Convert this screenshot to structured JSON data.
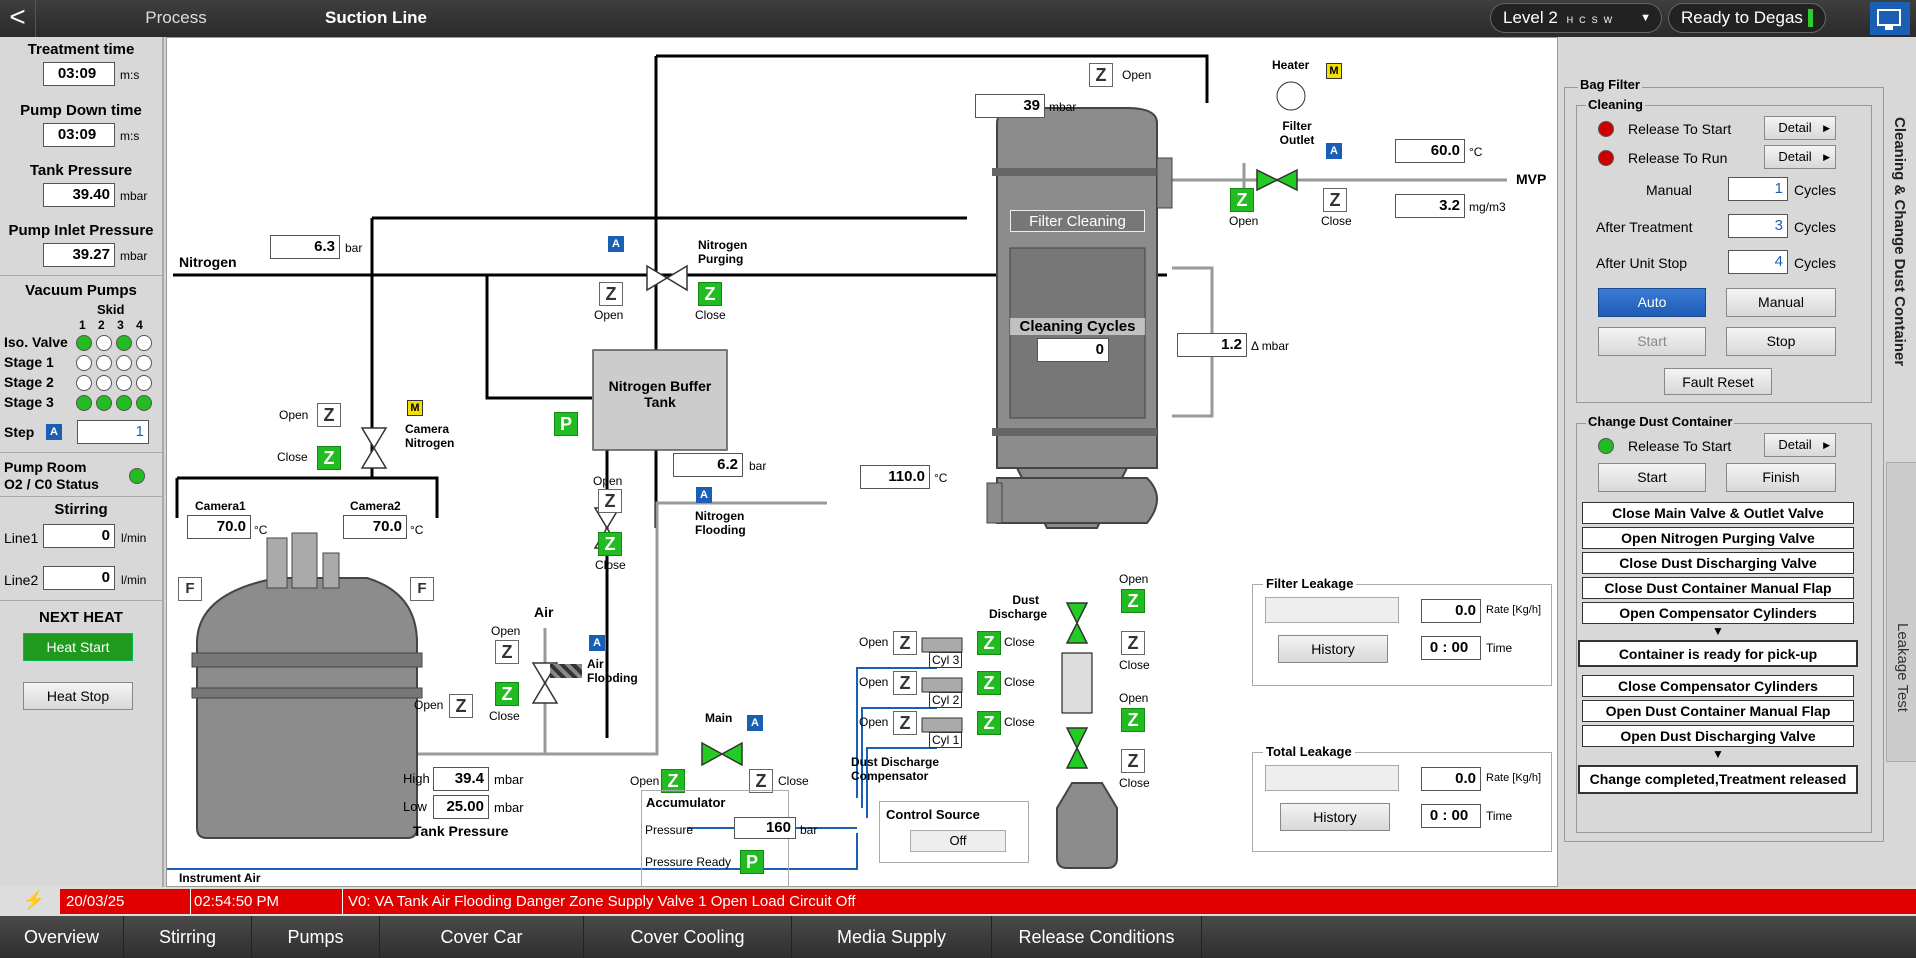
{
  "header": {
    "back": "<",
    "breadcrumb": [
      "Process",
      "Suction Line"
    ],
    "level": "Level 2",
    "level_codes": [
      "H",
      "C",
      "S",
      "W"
    ],
    "status": "Ready to Degas"
  },
  "left": {
    "treatment_time": {
      "label": "Treatment time",
      "value": "03:09",
      "unit": "m:s"
    },
    "pump_down_time": {
      "label": "Pump Down time",
      "value": "03:09",
      "unit": "m:s"
    },
    "tank_pressure": {
      "label": "Tank Pressure",
      "value": "39.40",
      "unit": "mbar"
    },
    "pump_inlet_pressure": {
      "label": "Pump Inlet Pressure",
      "value": "39.27",
      "unit": "mbar"
    },
    "vacuum_pumps": {
      "label": "Vacuum Pumps",
      "skid": "Skid",
      "cols": [
        "1",
        "2",
        "3",
        "4"
      ],
      "rows": [
        {
          "label": "Iso. Valve",
          "states": [
            1,
            0,
            1,
            0
          ]
        },
        {
          "label": "Stage 1",
          "states": [
            0,
            0,
            0,
            0
          ]
        },
        {
          "label": "Stage 2",
          "states": [
            0,
            0,
            0,
            0
          ]
        },
        {
          "label": "Stage 3",
          "states": [
            1,
            1,
            1,
            1
          ]
        }
      ],
      "step_label": "Step",
      "step_mode": "A",
      "step_value": "1"
    },
    "pump_room": {
      "line1": "Pump Room",
      "line2": "O2 / C0 Status"
    },
    "stirring": {
      "label": "Stirring",
      "line1": "Line1",
      "line1_value": "0",
      "line2": "Line2",
      "line2_value": "0",
      "unit": "l/min"
    },
    "next_heat": {
      "label": "NEXT HEAT",
      "start": "Heat Start",
      "stop": "Heat Stop"
    }
  },
  "process": {
    "nitrogen": "Nitrogen",
    "nitrogen_pressure": "6.3",
    "bar": "bar",
    "nitrogen_purging": "Nitrogen Purging",
    "open": "Open",
    "close": "Close",
    "Z": "Z",
    "A": "A",
    "M": "M",
    "P": "P",
    "F": "F",
    "camera_nitrogen": "Camera Nitrogen",
    "nitrogen_buffer_tank": "Nitrogen Buffer Tank",
    "buffer_pressure": "6.2",
    "nitrogen_flooding": "Nitrogen Flooding",
    "camera1": "Camera1",
    "camera1_temp": "70.0",
    "camera2": "Camera2",
    "camera2_temp": "70.0",
    "degc": "°C",
    "air": "Air",
    "air_flooding": "Air Flooding",
    "high": "High",
    "high_value": "39.4",
    "low": "Low",
    "low_value": "25.00",
    "mbar": "mbar",
    "tank_pressure": "Tank Pressure",
    "main": "Main",
    "accumulator": "Accumulator",
    "acc_pressure_label": "Pressure",
    "acc_pressure": "160",
    "pressure_ready": "Pressure Ready",
    "dust_discharge_comp": "Dust Discharge Compensator",
    "control_source": "Control Source",
    "control_source_value": "Off",
    "instrument_air": "Instrument Air",
    "filter_pressure": "39",
    "filter_cleaning": "Filter Cleaning",
    "cleaning_cycles": "Cleaning Cycles",
    "cleaning_cycles_value": "0",
    "delta_p": "1.2",
    "delta_mbar": "Δ mbar",
    "inlet_temp": "110.0",
    "heater": "Heater",
    "filter_outlet": "Filter Outlet",
    "outlet_temp": "60.0",
    "outlet_dust": "3.2",
    "mgm3": "mg/m3",
    "mvp": "MVP",
    "dust_discharge": "Dust Discharge",
    "cyl3": "Cyl 3",
    "cyl2": "Cyl 2",
    "cyl1": "Cyl 1",
    "filter_leakage": {
      "title": "Filter Leakage",
      "rate": "0.0",
      "rate_unit": "Rate [Kg/h]",
      "time": "0 : 00",
      "time_unit": "Time",
      "history": "History"
    },
    "total_leakage": {
      "title": "Total Leakage",
      "rate": "0.0",
      "rate_unit": "Rate [Kg/h]",
      "time": "0 : 00",
      "time_unit": "Time",
      "history": "History"
    }
  },
  "right": {
    "bag_filter": "Bag Filter",
    "cleaning": "Cleaning",
    "release_to_start": "Release To Start",
    "release_to_run": "Release To Run",
    "detail": "Detail",
    "manual": "Manual",
    "manual_val": "1",
    "after_treatment": "After Treatment",
    "after_treatment_val": "3",
    "after_unit_stop": "After Unit Stop",
    "after_unit_stop_val": "4",
    "cycles": "Cycles",
    "auto_btn": "Auto",
    "manual_btn": "Manual",
    "start_btn": "Start",
    "stop_btn": "Stop",
    "fault_reset": "Fault Reset",
    "change_dust": "Change Dust Container",
    "cd_release": "Release To Start",
    "cd_start": "Start",
    "cd_finish": "Finish",
    "steps": [
      "Close Main Valve & Outlet Valve",
      "Open Nitrogen Purging Valve",
      "Close Dust Discharging Valve",
      "Close Dust Container Manual Flap",
      "Open Compensator Cylinders",
      "Container is ready for pick-up",
      "Close Compensator Cylinders",
      "Open Dust Container Manual Flap",
      "Open Dust Discharging Valve",
      "Change completed,Treatment released"
    ],
    "side_tab1": "Cleaning & Change Dust Container",
    "side_tab2": "Leakage Test"
  },
  "alarm": {
    "date": "20/03/25",
    "time": "02:54:50 PM",
    "text": "V0: VA Tank Air Flooding Danger Zone Supply Valve 1 Open Load Circuit Off"
  },
  "nav": [
    "Overview",
    "Stirring",
    "Pumps",
    "Cover Car",
    "Cover Cooling",
    "Media Supply",
    "Release Conditions"
  ]
}
